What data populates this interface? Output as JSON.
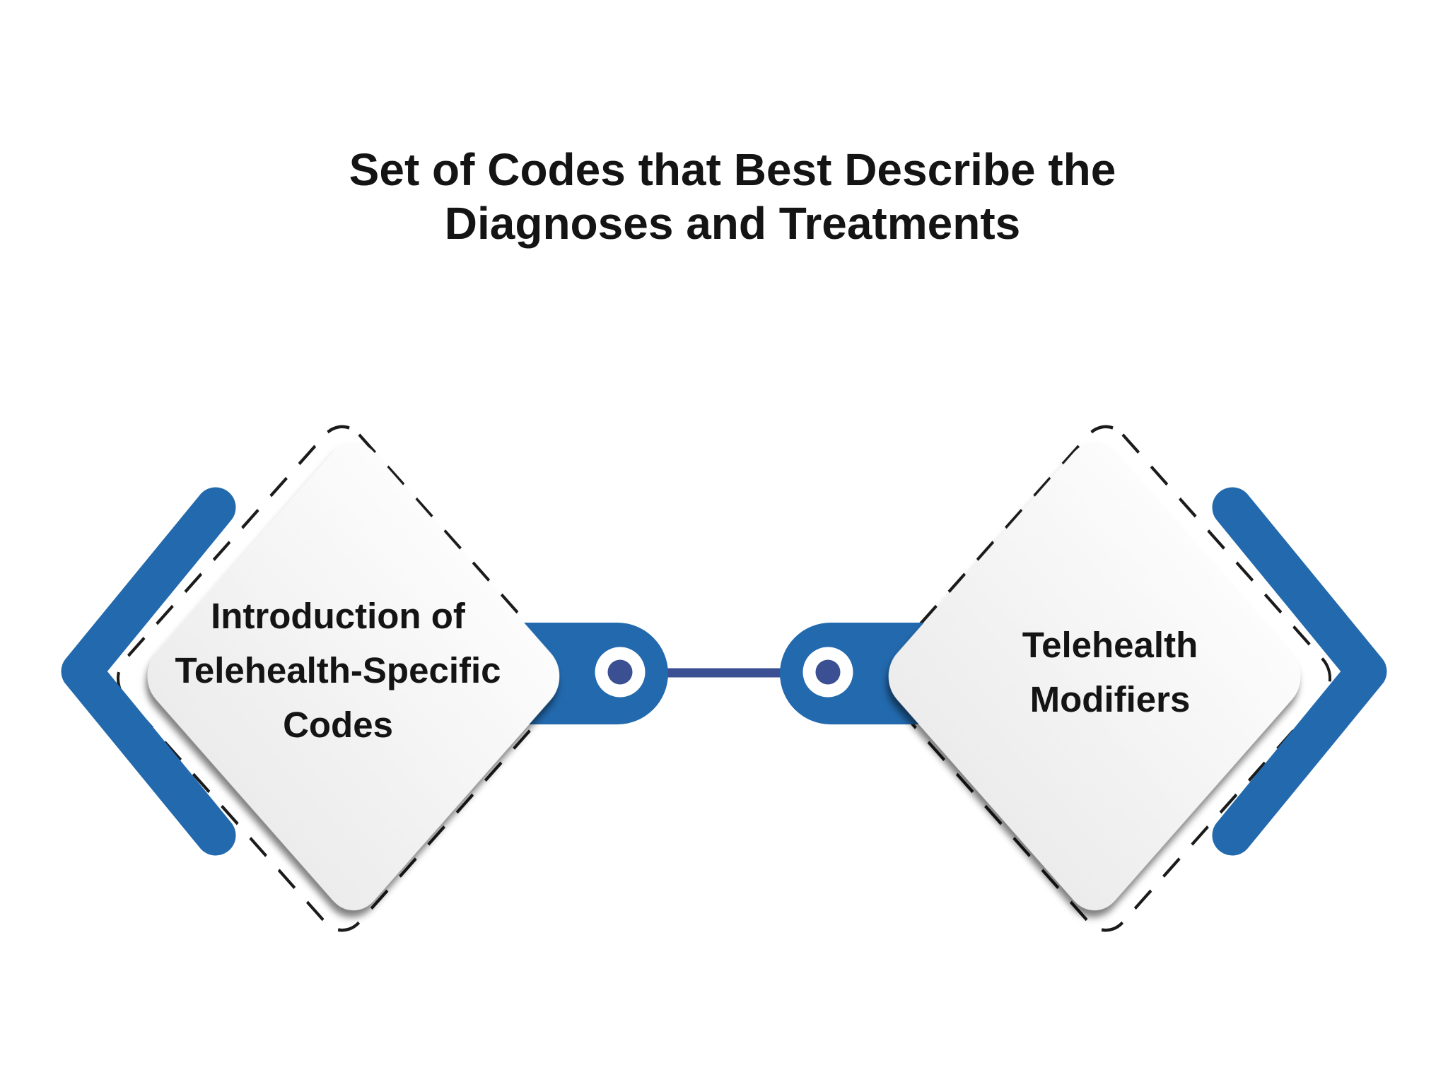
{
  "title": {
    "line1": "Set of Codes that Best Describe the",
    "line2": "Diagnoses and Treatments"
  },
  "nodes": [
    {
      "lines": [
        "Introduction of",
        "Telehealth-Specific",
        "Codes"
      ]
    },
    {
      "lines": [
        "Telehealth",
        "Modifiers"
      ]
    }
  ],
  "connector": {
    "type": "line-between-bullseye-markers"
  },
  "colors": {
    "accent_blue": "#2269ad",
    "navy": "#3a5092",
    "card_fill_top": "#fcfcfc",
    "card_fill_bottom": "#ececec",
    "dash_stroke": "#1b1b1b",
    "text": "#141414",
    "background": "#ffffff"
  }
}
